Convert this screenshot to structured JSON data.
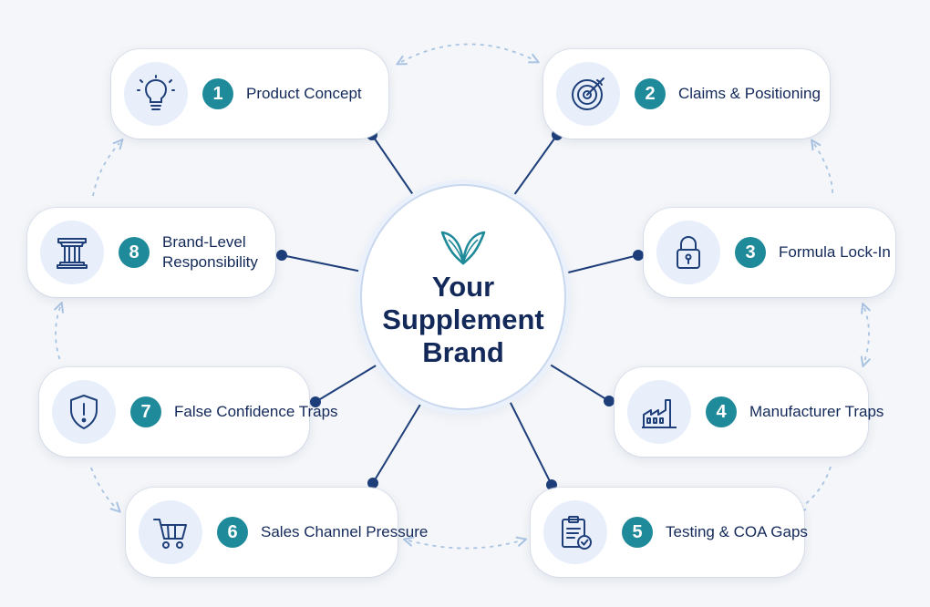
{
  "center": {
    "title": "Your Supplement Brand",
    "icon": "leaf-icon"
  },
  "steps": [
    {
      "number": "1",
      "label": "Product Concept",
      "icon": "lightbulb-icon"
    },
    {
      "number": "2",
      "label": "Claims & Positioning",
      "icon": "target-icon"
    },
    {
      "number": "3",
      "label": "Formula Lock-In",
      "icon": "lock-icon"
    },
    {
      "number": "4",
      "label": "Manufacturer Traps",
      "icon": "factory-icon"
    },
    {
      "number": "5",
      "label": "Testing & COA Gaps",
      "icon": "clipboard-check-icon"
    },
    {
      "number": "6",
      "label": "Sales Channel Pressure",
      "icon": "cart-icon"
    },
    {
      "number": "7",
      "label": "False Confidence Traps",
      "icon": "shield-alert-icon"
    },
    {
      "number": "8",
      "label": "Brand-Level Responsibility",
      "icon": "pillar-icon"
    }
  ],
  "colors": {
    "accent": "#1f8a9a",
    "text": "#13295a",
    "connector": "#1e3f7a",
    "dashed_arrow": "#a9c3e3"
  }
}
